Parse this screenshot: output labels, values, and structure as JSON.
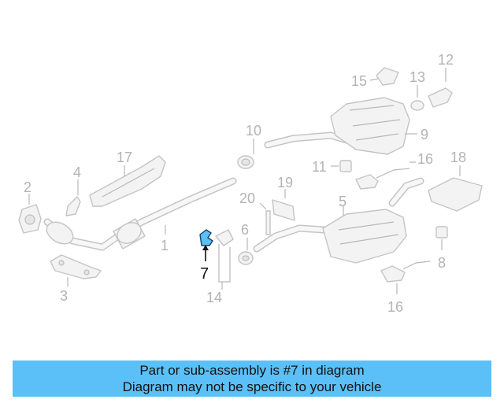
{
  "diagram": {
    "highlight_color": "#5bc0f5",
    "callouts": {
      "c1": "1",
      "c2": "2",
      "c3": "3",
      "c4": "4",
      "c5": "5",
      "c6": "6",
      "c7": "7",
      "c8": "8",
      "c9": "9",
      "c10": "10",
      "c11": "11",
      "c12": "12",
      "c13": "13",
      "c14": "14",
      "c15": "15",
      "c16a": "16",
      "c16b": "16",
      "c17": "17",
      "c18": "18",
      "c19": "19",
      "c20": "20"
    }
  },
  "banner": {
    "color": "#5bc0f8",
    "line1": "Part or sub-assembly is #7 in diagram",
    "line2": "Diagram may not be specific to your vehicle"
  }
}
